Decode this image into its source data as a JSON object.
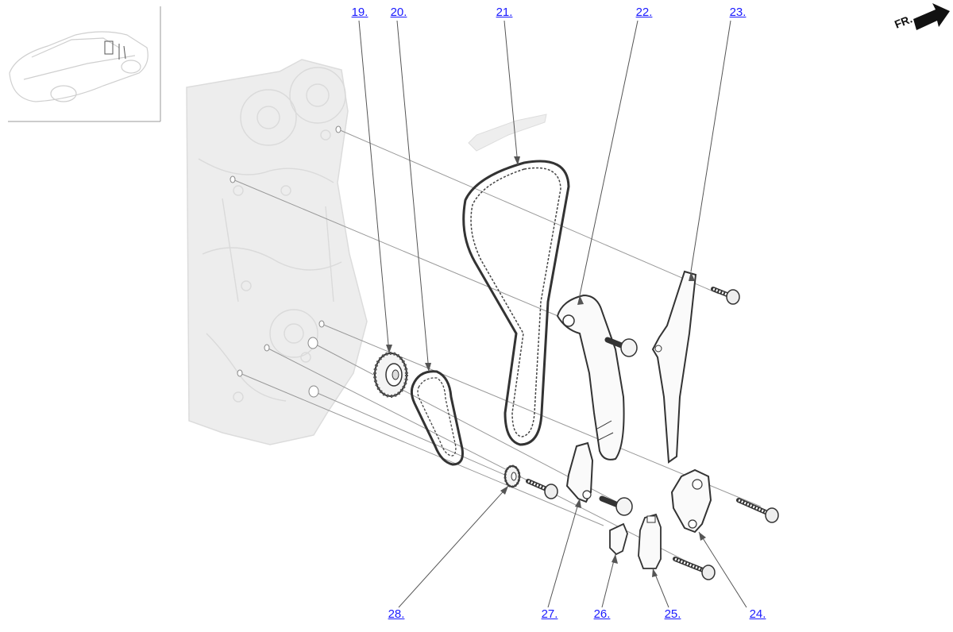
{
  "direction_label": "FR.",
  "callouts": {
    "c19": "19.",
    "c20": "20.",
    "c21": "21.",
    "c22": "22.",
    "c23": "23.",
    "c24": "24.",
    "c25": "25.",
    "c26": "26.",
    "c27": "27.",
    "c28": "28."
  },
  "colors": {
    "link": "#1a1aff",
    "engine_ghost": "#e8e8e8",
    "part_outline": "#333333",
    "leader": "#555555"
  }
}
